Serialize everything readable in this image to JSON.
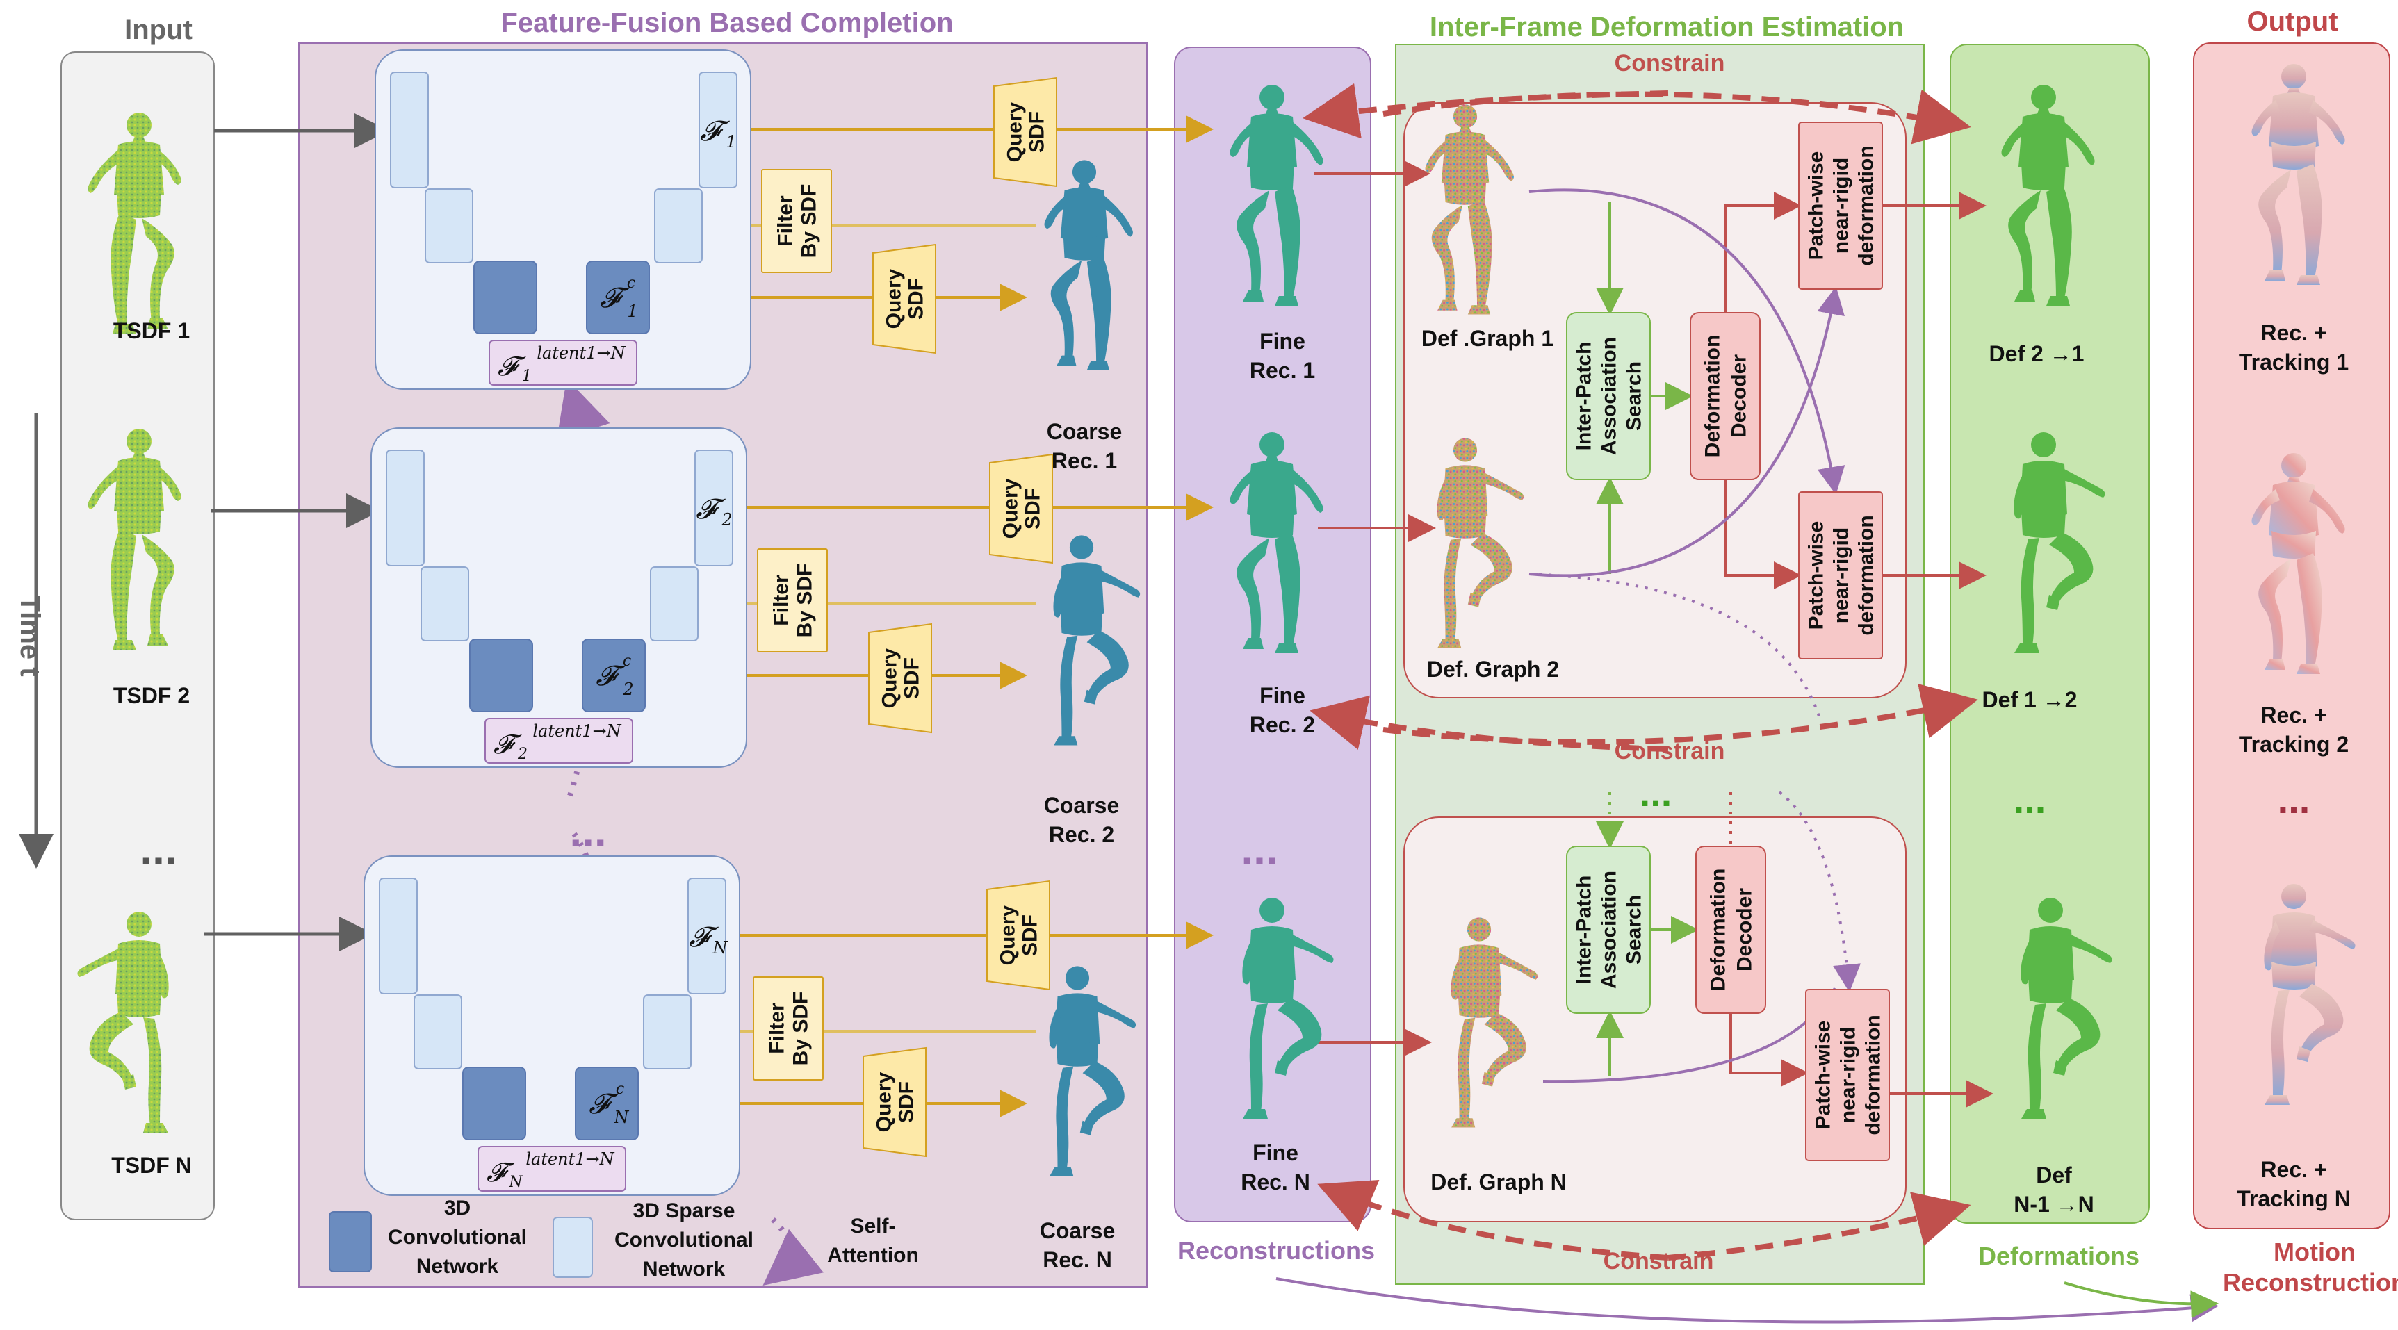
{
  "columns": {
    "input": "Input",
    "completion": "Feature-Fusion Based Completion",
    "deformation": "Inter-Frame Deformation Estimation",
    "output": "Output"
  },
  "axis": {
    "time": "Time t"
  },
  "input_items": [
    "TSDF 1",
    "TSDF 2",
    "TSDF N"
  ],
  "fusion_rows": [
    {
      "feat": "𝓕",
      "sub": "1",
      "featc_sub": "1",
      "latent_sub": "1",
      "latent_sup": "latent1→N"
    },
    {
      "feat": "𝓕",
      "sub": "2",
      "featc_sub": "2",
      "latent_sub": "2",
      "latent_sup": "latent1→N"
    },
    {
      "feat": "𝓕",
      "sub": "N",
      "featc_sub": "N",
      "latent_sub": "N",
      "latent_sup": "latent1→N"
    }
  ],
  "labels": {
    "query_sdf": [
      "Query",
      "SDF"
    ],
    "filter_sdf": [
      "Filter",
      "By SDF"
    ],
    "coarse": [
      [
        "Coarse",
        "Rec. 1"
      ],
      [
        "Coarse",
        "Rec. 2"
      ],
      [
        "Coarse",
        "Rec. N"
      ]
    ],
    "fine": [
      [
        "Fine",
        "Rec. 1"
      ],
      [
        "Fine",
        "Rec. 2"
      ],
      [
        "Fine",
        "Rec. N"
      ]
    ],
    "def_graph": [
      "Def .Graph 1",
      "Def. Graph 2",
      "Def. Graph N"
    ],
    "association": [
      "Inter-Patch",
      "Association",
      "Search"
    ],
    "decoder": [
      "Deformation",
      "Decoder"
    ],
    "patchwise": [
      "Patch-wise",
      "near-rigid",
      "deformation"
    ],
    "defs": [
      [
        "Def 2 →1"
      ],
      [
        "Def 1 →2"
      ],
      [
        "Def",
        "N-1 →N"
      ]
    ],
    "outputs": [
      [
        "Rec. +",
        "Tracking 1"
      ],
      [
        "Rec. +",
        "Tracking 2"
      ],
      [
        "Rec. +",
        "Tracking N"
      ]
    ],
    "constrain": "Constrain",
    "reconstructions": "Reconstructions",
    "deformations": "Deformations",
    "motion": [
      "Motion",
      "Reconstruction"
    ],
    "ellipsis": "..."
  },
  "legend": {
    "conv3d": [
      "3D",
      "Convolutional",
      "Network"
    ],
    "sparse": [
      "3D Sparse",
      "Convolutional",
      "Network"
    ],
    "attention": [
      "Self-",
      "Attention"
    ]
  },
  "colors": {
    "input_panel": "#f2f2f2",
    "fusion_panel": "#e6d6e0",
    "fusion_title": "#9a6fb0",
    "recon_panel": "#d8c8e8",
    "deform_panel": "#dce8d8",
    "deform_title": "#7ab648",
    "defs_panel": "#c8e6b0",
    "output_panel": "#f8cfd0",
    "output_title": "#c0474a",
    "arrow_gold": "#d4a020",
    "arrow_red": "#c0504d",
    "arrow_green": "#7ab648",
    "arrow_purple": "#9a6fb0",
    "arrow_gray": "#606060",
    "body_teal": "#3aa88c",
    "body_blue": "#3a8aaa",
    "body_green": "#5ab848",
    "conv_dark": "#6b8cbf",
    "conv_light": "#d6e6f7",
    "query_box": "#fde9a8",
    "filter_box": "#fdf0c8",
    "pink_box": "#f6c8c8",
    "green_box": "#d6ecd0"
  }
}
